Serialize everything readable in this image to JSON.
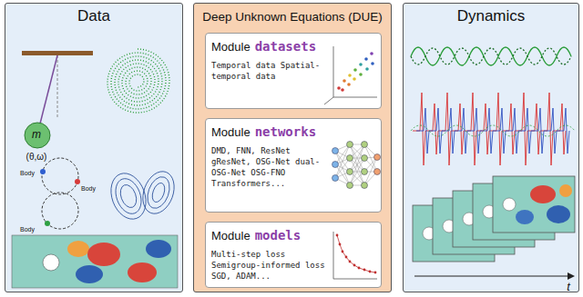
{
  "diagram": {
    "nodes": [
      {
        "text": [
          "Data"
        ]
      },
      {
        "text": [
          "Deep Unknown Equations (DUE)"
        ]
      },
      {
        "text": [
          "Module",
          "datasets",
          "Temporal data Spatial-temporal data"
        ],
        "in": 1
      },
      {
        "text": [
          "Module",
          "networks",
          "DMD, FNN, ResNet gResNet, OSG-Net dual-OSG-Net OSG-FNO Transformers..."
        ],
        "in": 1
      },
      {
        "text": [
          "Module",
          "models",
          "Multi-step loss Semigroup-informed loss SGD, ADAM..."
        ],
        "in": 1
      },
      {
        "text": [
          "Dynamics"
        ]
      }
    ],
    "labels": [
      "m",
      "(θ,ω)",
      "Body",
      "Body",
      "Body",
      "t"
    ]
  }
}
